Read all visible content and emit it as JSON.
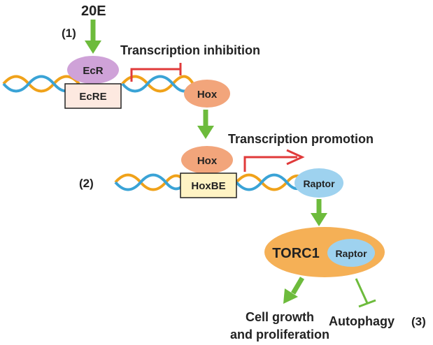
{
  "signal": {
    "label": "20E"
  },
  "steps": {
    "step1": "(1)",
    "step2": "(2)",
    "step3": "(3)"
  },
  "labels": {
    "transcription_inhibition": "Transcription inhibition",
    "transcription_promotion": "Transcription promotion"
  },
  "nodes": {
    "ecr": "EcR",
    "ecre": "EcRE",
    "hox_top": "Hox",
    "hox_bound": "Hox",
    "hoxbe": "HoxBE",
    "raptor_top": "Raptor",
    "torc1": "TORC1",
    "raptor_complex": "Raptor"
  },
  "outcomes": {
    "growth_line1": "Cell growth",
    "growth_line2": "and proliferation",
    "autophagy": "Autophagy"
  },
  "colors": {
    "arrow_green": "#6dbb3c",
    "inhibit_red": "#e03a3a",
    "dna_blue": "#3aa3d6",
    "dna_orange": "#f0a21a",
    "ecr_purple": "#cfa2d8",
    "hox_salmon": "#f2a57b",
    "raptor_blue": "#9ed2ef",
    "torc1_orange": "#f5b056",
    "ecre_box": "#fde9e0",
    "hoxbe_box": "#fff3c4"
  }
}
